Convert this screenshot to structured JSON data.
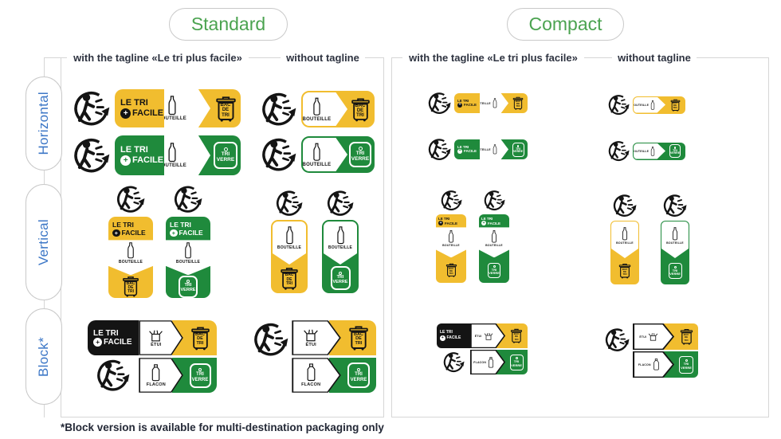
{
  "header": {
    "standard": "Standard",
    "compact": "Compact"
  },
  "columns": {
    "with_tagline": "with the tagline «Le tri plus facile»",
    "without_tagline": "without tagline"
  },
  "rows": {
    "horizontal": "Horizontal",
    "vertical": "Vertical",
    "block": "Block*"
  },
  "logo": {
    "tagline_line1": "LE TRI",
    "plus": "+",
    "tagline_line2": "FACILE",
    "bottle": "BOUTEILLE",
    "bin_line1": "BAC",
    "bin_line2": "DE",
    "bin_line3": "TRI",
    "glass_line1": "TRI",
    "glass_line2": "VERRE",
    "etui": "ÉTUI",
    "flacon": "FLACON"
  },
  "footnote": "*Block version is available for multi-destination packaging only",
  "colors": {
    "yellow": "#F1BD2F",
    "green": "#1F8A3C",
    "title_green": "#4BA350",
    "label_blue": "#3B76C6",
    "line_gray": "#D6D6D6",
    "ink": "#141414"
  }
}
